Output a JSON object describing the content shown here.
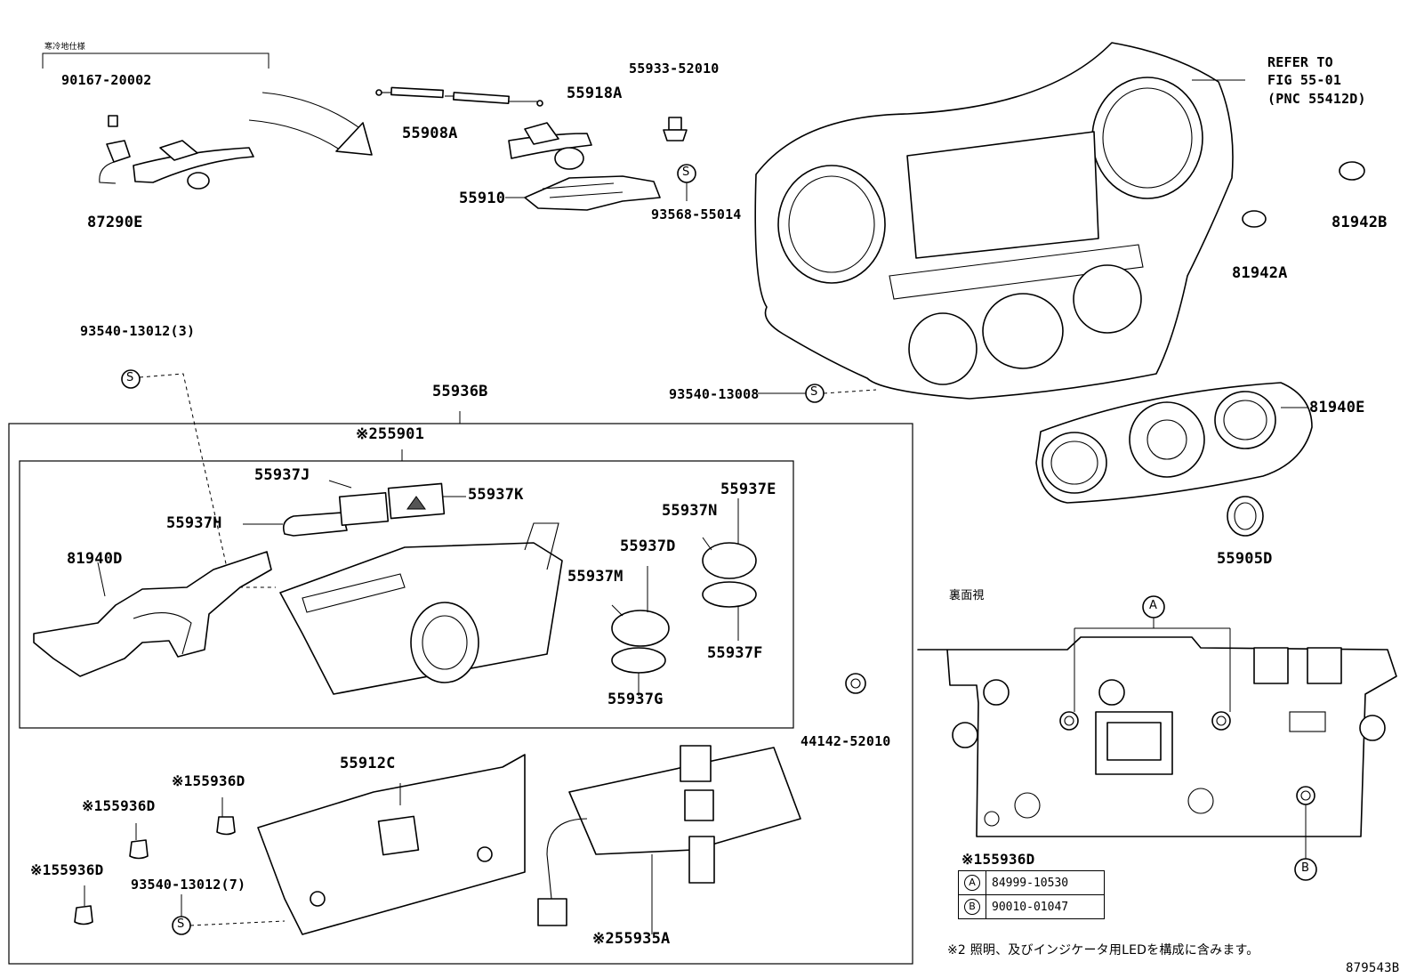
{
  "labels": {
    "cold_spec": "寒冷地仕様",
    "p90167": "90167-20002",
    "p87290e": "87290E",
    "p55908a": "55908A",
    "p55918a": "55918A",
    "p55933": "55933-52010",
    "p55910": "55910",
    "p93568": "93568-55014",
    "refer_1": "REFER TO",
    "refer_2": "FIG 55-01",
    "refer_3": "(PNC 55412D)",
    "p81942b": "81942B",
    "p81942a": "81942A",
    "p93540_3": "93540-13012(3)",
    "p55936b": "55936B",
    "p93540_13008": "93540-13008",
    "p81940e": "81940E",
    "p55901": "※255901",
    "p55937j": "55937J",
    "p55937k": "55937K",
    "p55937h": "55937H",
    "p55937e": "55937E",
    "p55937n": "55937N",
    "p81940d": "81940D",
    "p55937d": "55937D",
    "p55937m": "55937M",
    "p55905d": "55905D",
    "rear_view": "裏面視",
    "p55937f": "55937F",
    "p55937g": "55937G",
    "p44142": "44142-52010",
    "p55912c": "55912C",
    "p55936d_1": "※155936D",
    "p55936d_2": "※155936D",
    "p55936d_3": "※155936D",
    "p93540_7": "93540-13012(7)",
    "p55935a": "※255935A",
    "p55936d_legend": "※155936D",
    "note2": "※2 照明、及びインジケータ用LEDを構成に含みます。",
    "fig_no": "879543B",
    "mark_s": "S",
    "mark_a": "A",
    "mark_b": "B"
  },
  "legend_table": [
    {
      "mark": "A",
      "part": "84999-10530"
    },
    {
      "mark": "B",
      "part": "90010-01047"
    }
  ]
}
